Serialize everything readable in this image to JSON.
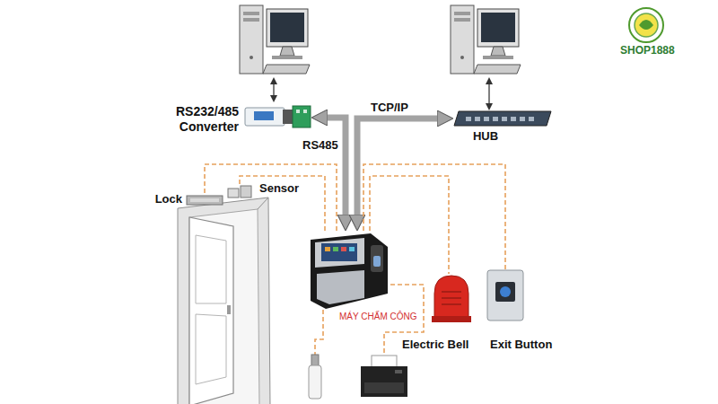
{
  "diagram": {
    "nodes": [
      {
        "text": []
      },
      {
        "text": []
      },
      {
        "text": [
          "RS232/485 Converter"
        ]
      },
      {
        "text": [
          "HUB"
        ]
      },
      {
        "text": [
          "MÁY CHẤM CÔNG"
        ]
      },
      {
        "text": [
          "Lock"
        ]
      },
      {
        "text": [
          "Sensor"
        ]
      },
      {
        "text": [
          "Electric Bell"
        ]
      },
      {
        "text": [
          "Exit Button"
        ]
      },
      {
        "text": []
      },
      {
        "text": []
      }
    ],
    "edges": [
      {
        "from": 0,
        "to": 2,
        "arrow": "both"
      },
      {
        "from": 2,
        "to": 4,
        "label": "RS485",
        "arrow": "both"
      },
      {
        "from": 3,
        "to": 4,
        "label": "TCP/IP",
        "arrow": "both"
      },
      {
        "from": 1,
        "to": 3,
        "arrow": "both"
      },
      {
        "from": 4,
        "to": 5,
        "arrow": "none"
      },
      {
        "from": 4,
        "to": 6,
        "arrow": "none"
      },
      {
        "from": 4,
        "to": 7,
        "arrow": "none"
      },
      {
        "from": 4,
        "to": 8,
        "arrow": "none"
      },
      {
        "from": 4,
        "to": 9,
        "arrow": "none"
      },
      {
        "from": 4,
        "to": 10,
        "arrow": "none"
      }
    ],
    "labels": [
      "SHOP1888"
    ]
  }
}
